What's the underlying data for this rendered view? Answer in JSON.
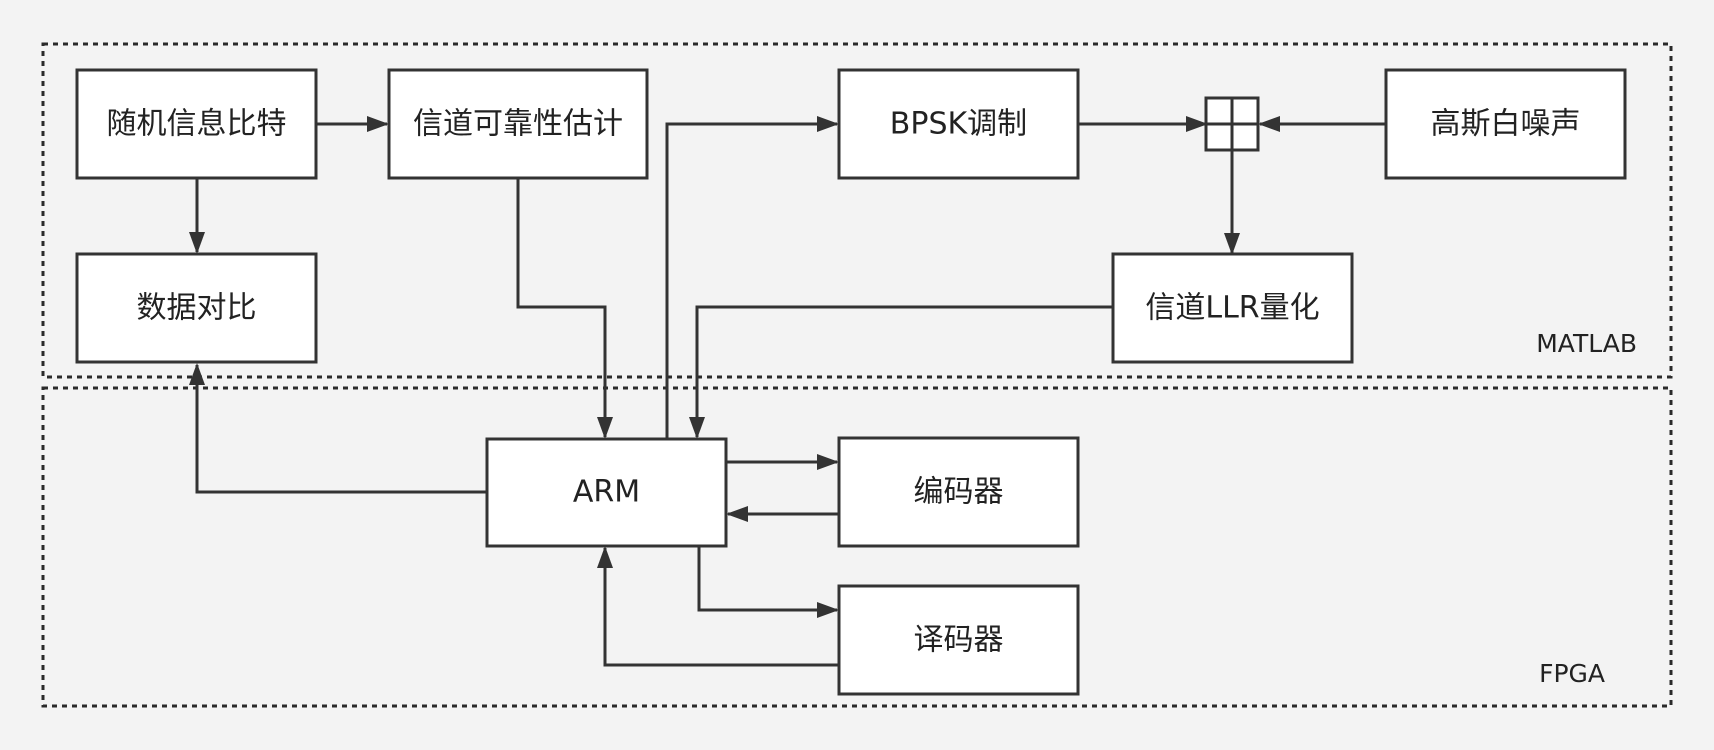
{
  "regions": {
    "matlab": {
      "label": "MATLAB"
    },
    "fpga": {
      "label": "FPGA"
    }
  },
  "nodes": {
    "random_bits": {
      "label": "随机信息比特"
    },
    "channel_reliability": {
      "label": "信道可靠性估计"
    },
    "bpsk": {
      "label": "BPSK调制"
    },
    "awgn": {
      "label": "高斯白噪声"
    },
    "data_compare": {
      "label": "数据对比"
    },
    "channel_llr": {
      "label": "信道LLR量化"
    },
    "arm": {
      "label": "ARM"
    },
    "encoder": {
      "label": "编码器"
    },
    "decoder": {
      "label": "译码器"
    }
  },
  "colors": {
    "stroke": "#333333",
    "box_fill": "#ffffff",
    "background": "#f3f3f3",
    "text": "#222222"
  }
}
